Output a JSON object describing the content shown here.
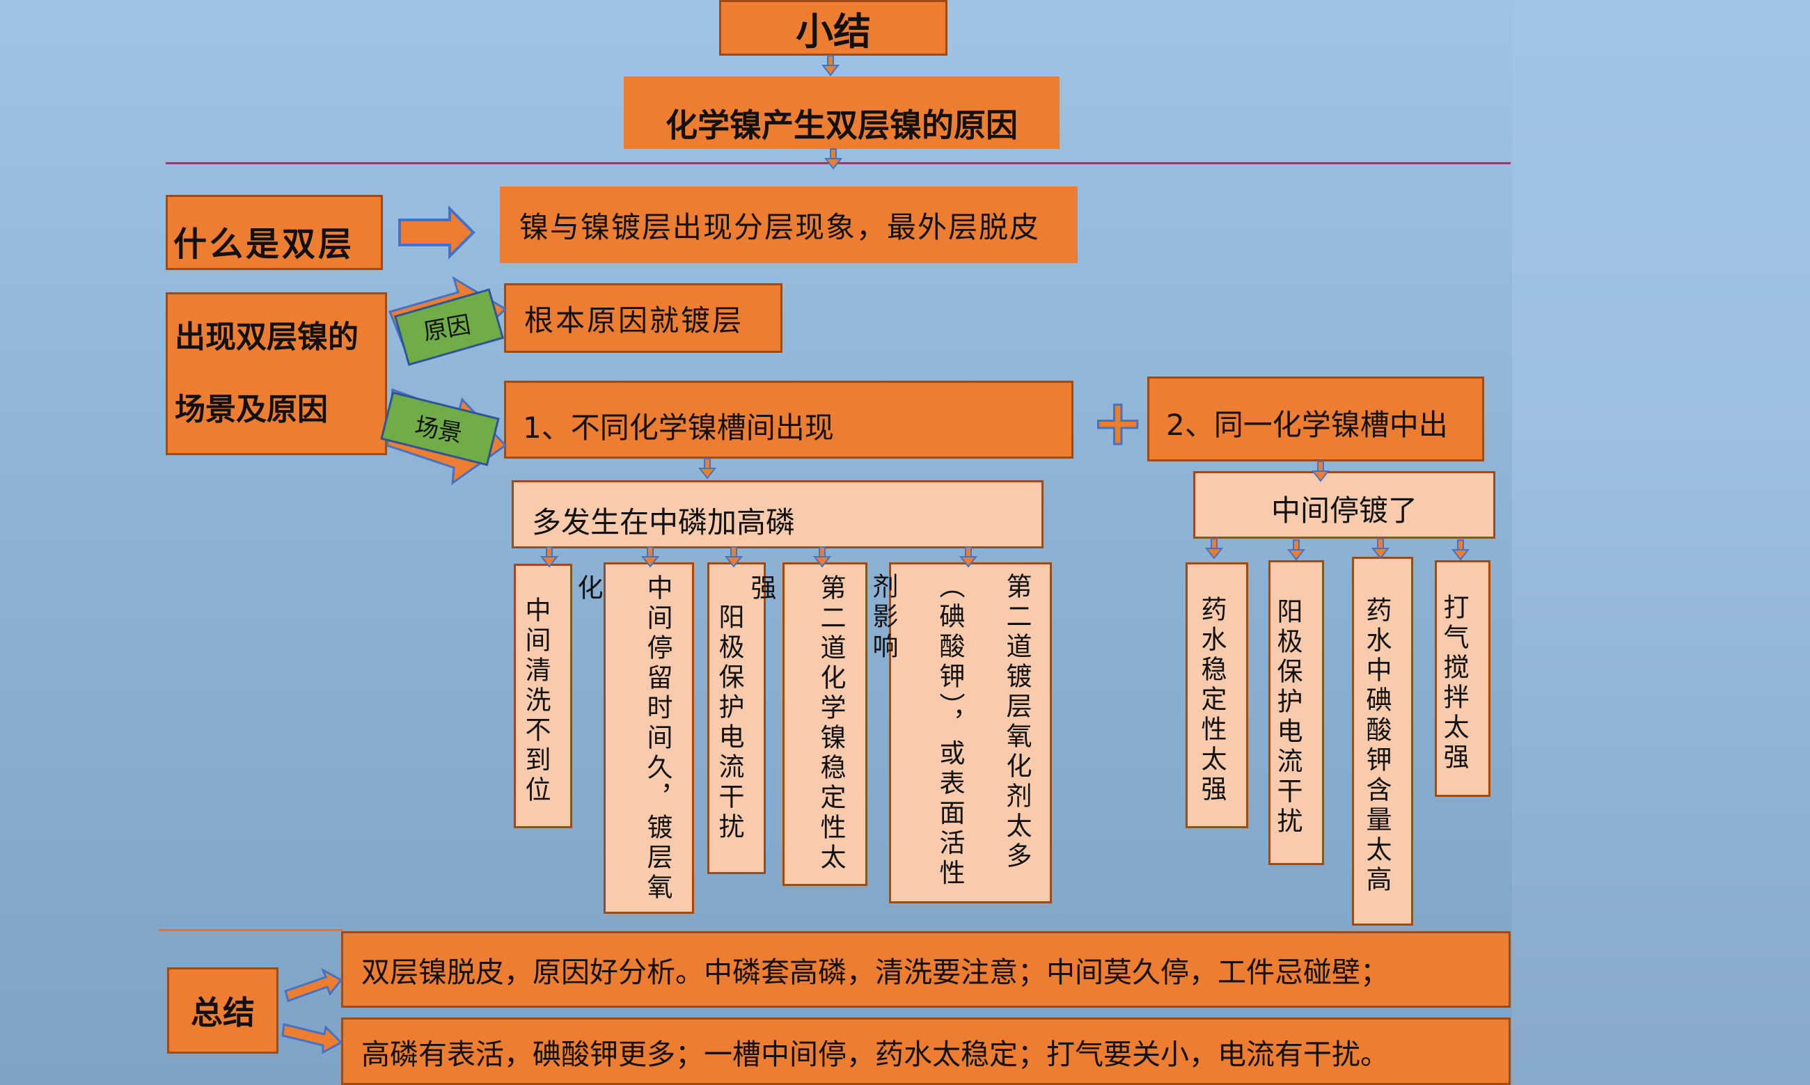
{
  "title": "小结",
  "subtitle": "化学镍产生双层镍的原因",
  "what_label": "什么是双层",
  "what_desc": "镍与镍镀层出现分层现象，最外层脱皮",
  "scenario_label_line1": "出现双层镍的",
  "scenario_label_line2": "场景及原因",
  "tag_reason": "原因",
  "tag_scene": "场景",
  "reason_text": "根本原因就镀层",
  "scene1_title": "1、不同化学镍槽间出现",
  "scene1_sub": "多发生在中磷加高磷",
  "scene1_causes": [
    "中间清洗不到位",
    "中间停留时间久，镀层氧化",
    "阳极保护电流干扰",
    "第二道化学镍稳定性太强",
    "第二道镀层氧化剂太多（碘酸钾），或表面活性剂影响"
  ],
  "plus_symbol": "+",
  "scene2_title": "2、同一化学镍槽中出",
  "scene2_sub": "中间停镀了",
  "scene2_causes": [
    "药水稳定性太强",
    "阳极保护电流干扰",
    "药水中碘酸钾含量太高",
    "打气搅拌太强"
  ],
  "summary_label": "总结",
  "summary_line1": "双层镍脱皮，原因好分析。中磷套高磷，清洗要注意；中间莫久停，工件忌碰壁；",
  "summary_line2": "高磷有表活，碘酸钾更多；一槽中间停，药水太稳定；打气要关小，电流有干扰。",
  "colors": {
    "orange": "#ed7d31",
    "light_orange": "#f8cbad",
    "green_tag": "#70ad47",
    "arrow_blue": "#4472c4",
    "red_line": "#e0202a"
  }
}
